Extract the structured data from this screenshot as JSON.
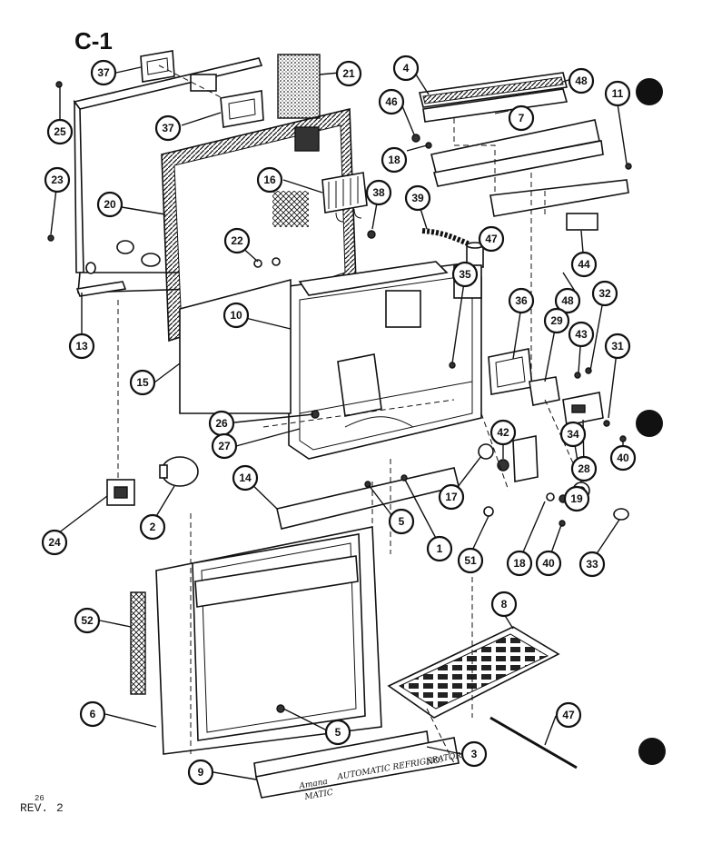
{
  "title": "C-1",
  "revision": {
    "prefix": "REV.",
    "superscript": "26",
    "number": "2"
  },
  "nameplate": {
    "brand": "Amana",
    "text": "AUTOMATIC REFRIGERATOR",
    "sub": "NO.",
    "model": "MATIC"
  },
  "callouts": [
    {
      "id": "c37a",
      "label": "37"
    },
    {
      "id": "c37b",
      "label": "37"
    },
    {
      "id": "c21",
      "label": "21"
    },
    {
      "id": "c4",
      "label": "4"
    },
    {
      "id": "c48a",
      "label": "48"
    },
    {
      "id": "c46",
      "label": "46"
    },
    {
      "id": "c7",
      "label": "7"
    },
    {
      "id": "c11",
      "label": "11"
    },
    {
      "id": "c25",
      "label": "25"
    },
    {
      "id": "c18a",
      "label": "18"
    },
    {
      "id": "c23",
      "label": "23"
    },
    {
      "id": "c16",
      "label": "16"
    },
    {
      "id": "c20",
      "label": "20"
    },
    {
      "id": "c38",
      "label": "38"
    },
    {
      "id": "c39",
      "label": "39"
    },
    {
      "id": "c22",
      "label": "22"
    },
    {
      "id": "c47a",
      "label": "47"
    },
    {
      "id": "c44",
      "label": "44"
    },
    {
      "id": "c13",
      "label": "13"
    },
    {
      "id": "c35",
      "label": "35"
    },
    {
      "id": "c48b",
      "label": "48"
    },
    {
      "id": "c32",
      "label": "32"
    },
    {
      "id": "c10",
      "label": "10"
    },
    {
      "id": "c36",
      "label": "36"
    },
    {
      "id": "c29",
      "label": "29"
    },
    {
      "id": "c43",
      "label": "43"
    },
    {
      "id": "c31",
      "label": "31"
    },
    {
      "id": "c15",
      "label": "15"
    },
    {
      "id": "c26",
      "label": "26"
    },
    {
      "id": "c42",
      "label": "42"
    },
    {
      "id": "c34",
      "label": "34"
    },
    {
      "id": "c28",
      "label": "28"
    },
    {
      "id": "c27",
      "label": "27"
    },
    {
      "id": "c40a",
      "label": "40"
    },
    {
      "id": "c14",
      "label": "14"
    },
    {
      "id": "c17",
      "label": "17"
    },
    {
      "id": "c19",
      "label": "19"
    },
    {
      "id": "c5a",
      "label": "5"
    },
    {
      "id": "c24",
      "label": "24"
    },
    {
      "id": "c2",
      "label": "2"
    },
    {
      "id": "c1",
      "label": "1"
    },
    {
      "id": "c51",
      "label": "51"
    },
    {
      "id": "c18b",
      "label": "18"
    },
    {
      "id": "c40b",
      "label": "40"
    },
    {
      "id": "c33",
      "label": "33"
    },
    {
      "id": "c8a",
      "label": "8"
    },
    {
      "id": "c52",
      "label": "52"
    },
    {
      "id": "c6",
      "label": "6"
    },
    {
      "id": "c47b",
      "label": "47"
    },
    {
      "id": "c5b",
      "label": "5"
    },
    {
      "id": "c3",
      "label": "3"
    },
    {
      "id": "c9",
      "label": "9"
    }
  ]
}
